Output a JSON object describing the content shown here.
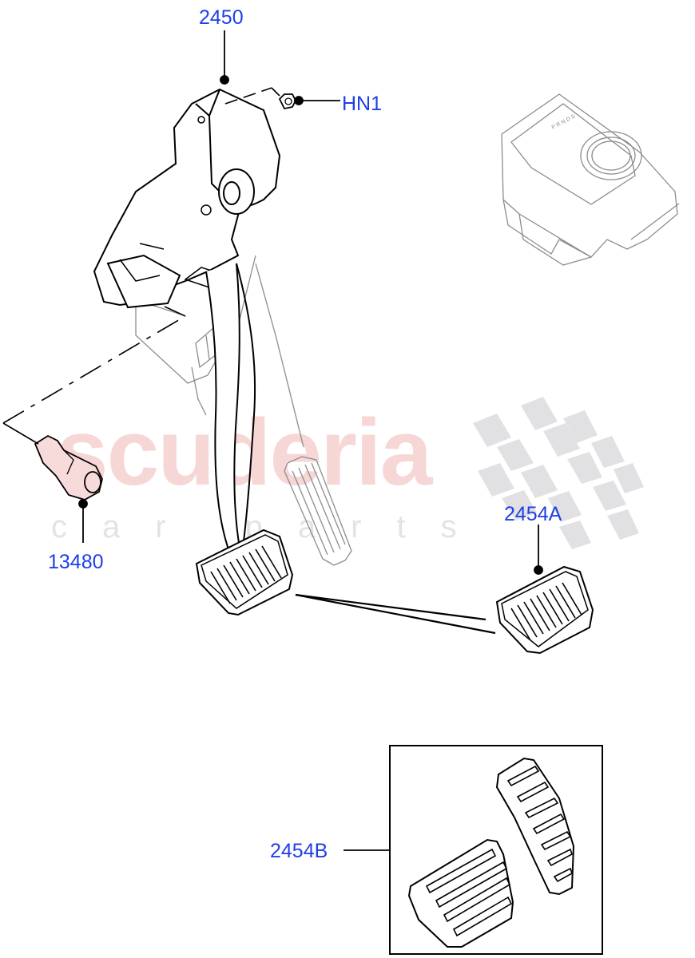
{
  "diagram": {
    "type": "exploded-parts-diagram",
    "subject": "Pedal box / brake pedal assembly with pedal pads and stop lamp switch",
    "label_color": "#1f3fe8",
    "line_color": "#000000",
    "ghost_line_color": "#8c8c8c"
  },
  "watermark": {
    "main_text": "scuderia",
    "sub_text": "car parts",
    "main_color": "#f6cfcf",
    "sub_color": "#e3e3e6",
    "flag_color": "#d9d9dc"
  },
  "callouts": [
    {
      "id": "2450",
      "label": "2450",
      "part": "brake pedal assembly"
    },
    {
      "id": "HN1",
      "label": "HN1",
      "part": "nut"
    },
    {
      "id": "13480",
      "label": "13480",
      "part": "stop lamp switch"
    },
    {
      "id": "2454A",
      "label": "2454A",
      "part": "brake pedal pad"
    },
    {
      "id": "2454B",
      "label": "2454B",
      "part": "pedal pad kit"
    }
  ],
  "reference_parts": [
    {
      "name": "gear selector module",
      "style": "ghost"
    },
    {
      "name": "accelerator pedal",
      "style": "ghost"
    }
  ]
}
